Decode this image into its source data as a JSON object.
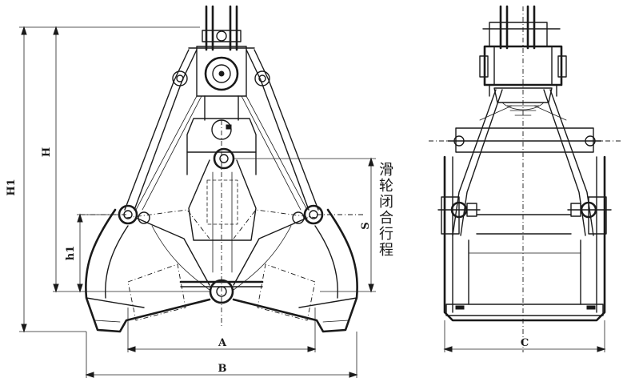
{
  "labels": {
    "H1": "H1",
    "H": "H",
    "h1": "h1",
    "S": "S",
    "A": "A",
    "B": "B",
    "C": "C"
  },
  "annotation": "滑轮闭合行程"
}
